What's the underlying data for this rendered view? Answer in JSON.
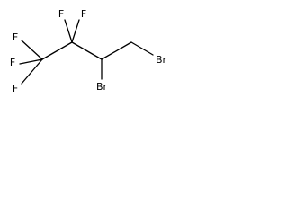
{
  "molecule": {
    "atoms": {
      "f_top_left": "F",
      "f_top_right": "F",
      "f_left_top": "F",
      "f_left_mid": "F",
      "f_left_bottom": "F",
      "br_right": "Br",
      "br_bottom": "Br"
    }
  }
}
